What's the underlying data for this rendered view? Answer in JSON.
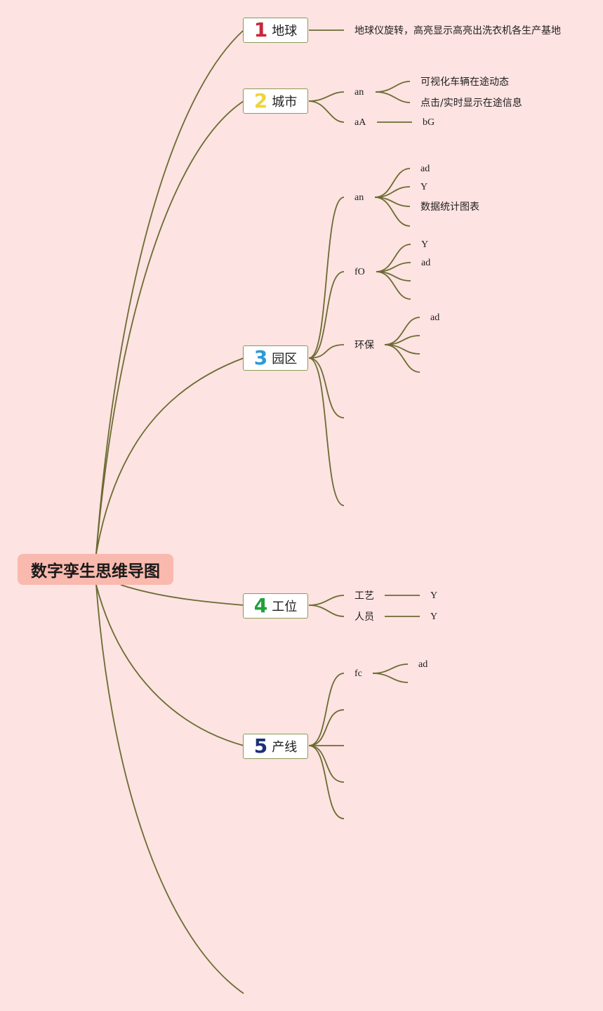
{
  "root": {
    "title": "数字孪生思维导图"
  },
  "topics": [
    {
      "num": "1",
      "label": "地球",
      "color": "#c8283c"
    },
    {
      "num": "2",
      "label": "城市",
      "color": "#f0d43a"
    },
    {
      "num": "3",
      "label": "园区",
      "color": "#2a9ad8"
    },
    {
      "num": "4",
      "label": "工位",
      "color": "#21a03c"
    },
    {
      "num": "5",
      "label": "产线",
      "color": "#1c2f78"
    }
  ],
  "earth": {
    "desc": "地球仪旋转，高亮显示高亮出洗衣机各生产基地"
  },
  "city": {
    "an": "an",
    "an_children": [
      "可视化车辆在途动态",
      "点击/实时显示在途信息"
    ],
    "aA": "aA",
    "aA_child": "bG"
  },
  "park": {
    "an": "an",
    "an_children": [
      "ad",
      "Y",
      "数据统计图表"
    ],
    "fO": "fO",
    "fO_children": [
      "Y",
      "ad"
    ],
    "env": "环保",
    "env_children": [
      "ad"
    ]
  },
  "station": {
    "craft": "工艺",
    "craft_child": "Y",
    "staff": "人员",
    "staff_child": "Y"
  },
  "line": {
    "fc": "fc",
    "fc_child": "ad"
  },
  "colors": {
    "line": "#6b6b32",
    "background": "#fde3e1",
    "root_bg": "#f9b9ae"
  }
}
